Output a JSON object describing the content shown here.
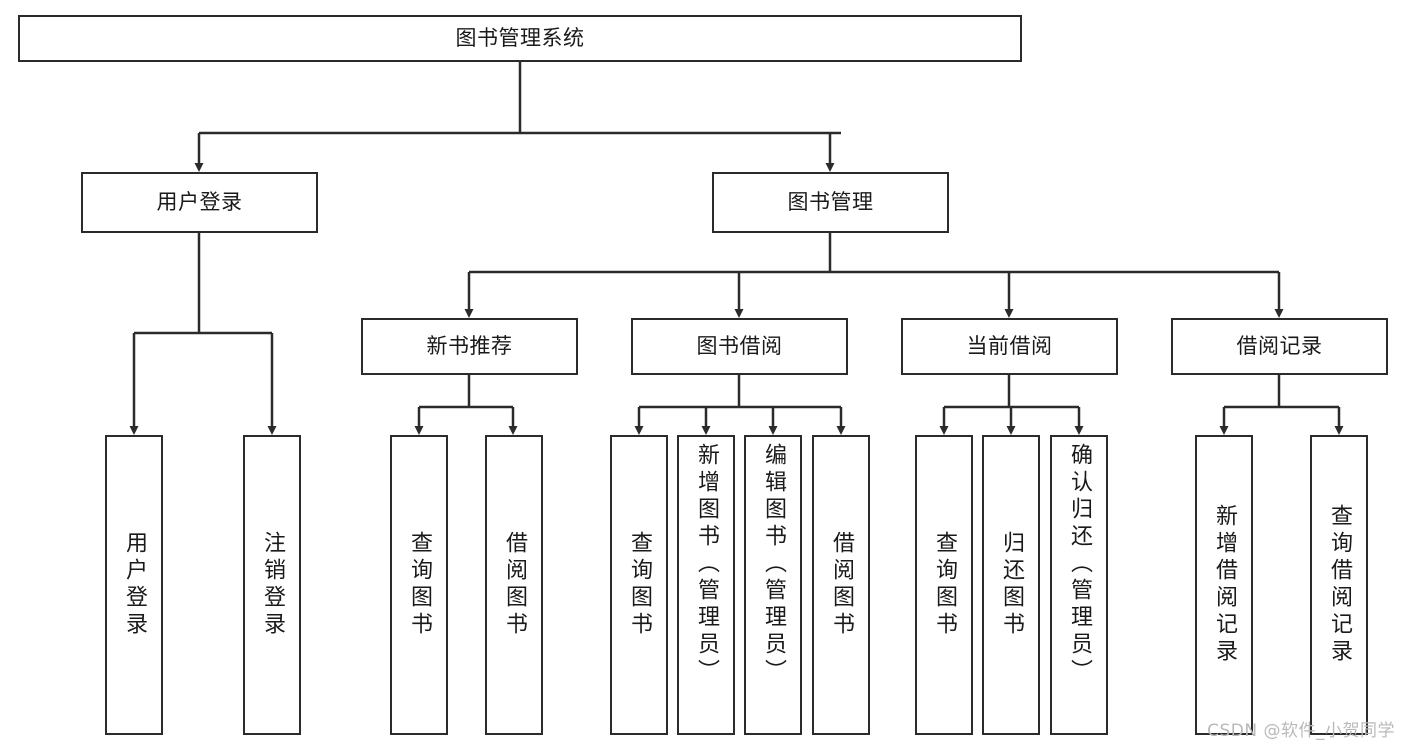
{
  "diagram": {
    "title": "图书管理系统",
    "type": "hierarchy-tree",
    "colors": {
      "box_border": "#2b2b2b",
      "box_fill": "#ffffff",
      "connector": "#2b2b2b",
      "text": "#1a1a1a",
      "watermark": "#b9b9b9"
    },
    "root": {
      "label": "图书管理系统"
    },
    "level2": [
      {
        "label": "用户登录"
      },
      {
        "label": "图书管理"
      }
    ],
    "level3": [
      {
        "label": "新书推荐"
      },
      {
        "label": "图书借阅"
      },
      {
        "label": "当前借阅"
      },
      {
        "label": "借阅记录"
      }
    ],
    "leaves": {
      "user_login": [
        {
          "label": "用户登录"
        },
        {
          "label": "注销登录"
        }
      ],
      "new_book_recommend": [
        {
          "label": "查询图书"
        },
        {
          "label": "借阅图书"
        }
      ],
      "book_borrow": [
        {
          "label": "查询图书"
        },
        {
          "label": "新增图书（管理员）"
        },
        {
          "label": "编辑图书（管理员）"
        },
        {
          "label": "借阅图书"
        }
      ],
      "current_borrow": [
        {
          "label": "查询图书"
        },
        {
          "label": "归还图书"
        },
        {
          "label": "确认归还（管理员）"
        }
      ],
      "borrow_record": [
        {
          "label": "新增借阅记录"
        },
        {
          "label": "查询借阅记录"
        }
      ]
    }
  },
  "watermark": {
    "text": "CSDN @软件_小贺同学"
  }
}
